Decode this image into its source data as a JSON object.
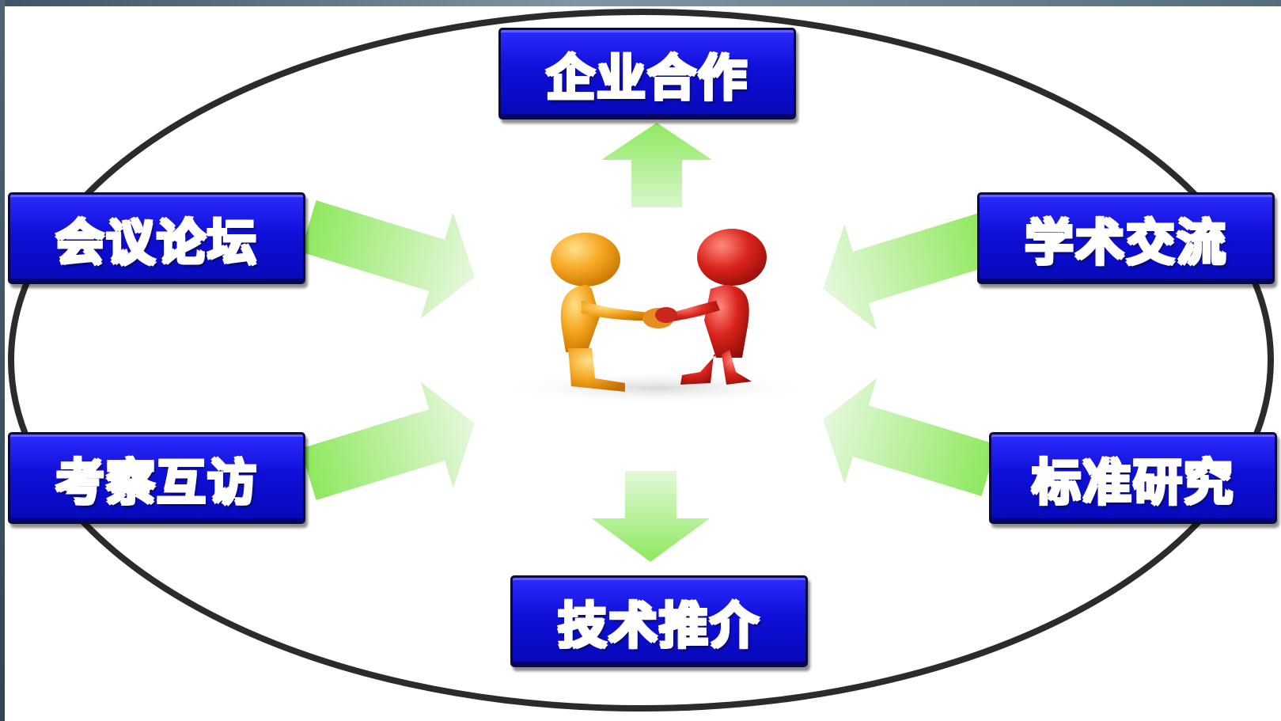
{
  "nodes": {
    "top": "企业合作",
    "left_top": "会议论坛",
    "right_top": "学术交流",
    "left_bottom": "考察互访",
    "right_bottom": "标准研究",
    "bottom": "技术推介"
  },
  "colors": {
    "node_fill": "#1111dd",
    "arrow": "#8ee86a",
    "ellipse": "#2a2a2a",
    "figure_left": "#f3a21c",
    "figure_right": "#d8231c"
  },
  "icons": [
    "handshake-figures"
  ]
}
